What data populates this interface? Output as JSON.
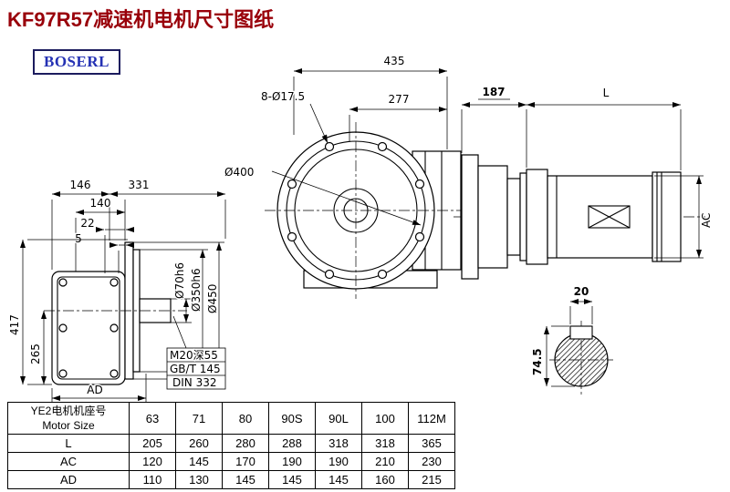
{
  "header": {
    "title": "KF97R57减速机电机尺寸图纸",
    "logo_text": "BOSERL"
  },
  "front_view": {
    "dim_total_width": "435",
    "dim_hole_span": "277",
    "label_bolt_holes": "8-Ø17.5",
    "label_bolt_circle": "Ø400"
  },
  "side_view": {
    "dim_gearbox_length": "187",
    "dim_motor_length": "L",
    "dim_motor_diameter": "AC"
  },
  "output_view": {
    "dim_146": "146",
    "dim_331": "331",
    "dim_140": "140",
    "dim_22": "22",
    "dim_5": "5",
    "dim_417": "417",
    "dim_265": "265",
    "dim_ad": "AD",
    "label_shaft_dia": "Ø70h6",
    "label_spigot_dia": "Ø350h6",
    "label_flange_dia": "Ø450",
    "label_tap": "M20深55",
    "label_std_gb": "GB/T 145",
    "label_std_din": "DIN 332"
  },
  "shaft_section": {
    "dim_key_width": "20",
    "dim_height": "74.5"
  },
  "table": {
    "header": {
      "label_cn": "YE2电机机座号",
      "label_en": "Motor Size",
      "columns": [
        "63",
        "71",
        "80",
        "90S",
        "90L",
        "100",
        "112M"
      ]
    },
    "rows": [
      {
        "label": "L",
        "values": [
          "205",
          "260",
          "280",
          "288",
          "318",
          "318",
          "365"
        ]
      },
      {
        "label": "AC",
        "values": [
          "120",
          "145",
          "170",
          "190",
          "190",
          "210",
          "230"
        ]
      },
      {
        "label": "AD",
        "values": [
          "110",
          "130",
          "145",
          "145",
          "145",
          "160",
          "215"
        ]
      }
    ]
  }
}
